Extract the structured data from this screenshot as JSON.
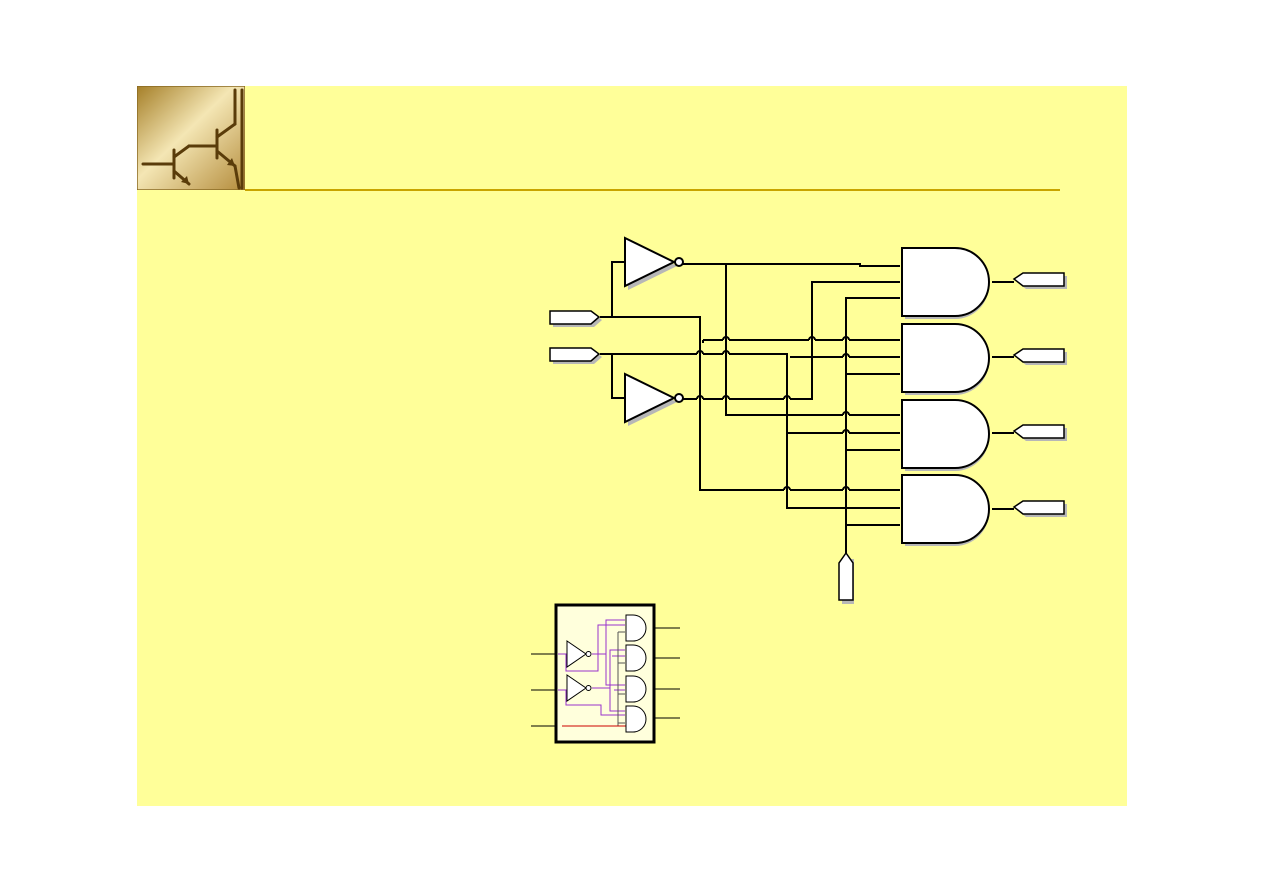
{
  "slide": {
    "title": "",
    "background_color": "#ffff99",
    "rule_color": "#c8a400",
    "logo": {
      "icon": "transistor-pair-icon",
      "colors": [
        "#a57f28",
        "#f4e6b4",
        "#d7be78"
      ]
    }
  },
  "main_circuit": {
    "line_color": "#000000",
    "gate_fill": "#ffffff",
    "shadow_color": "#b7b7b7",
    "inverters": 2,
    "and_gates": 4,
    "inputs": [
      {
        "label": ""
      },
      {
        "label": ""
      }
    ],
    "enable_input": {
      "label": ""
    },
    "outputs": [
      {
        "label": ""
      },
      {
        "label": ""
      },
      {
        "label": ""
      },
      {
        "label": ""
      }
    ]
  },
  "mini_symbol": {
    "fill": "#ffffdc",
    "border_color": "#000000",
    "trace_colors": [
      "#9933cc",
      "#cc0000"
    ],
    "input_pins": 3,
    "output_pins": 4
  }
}
